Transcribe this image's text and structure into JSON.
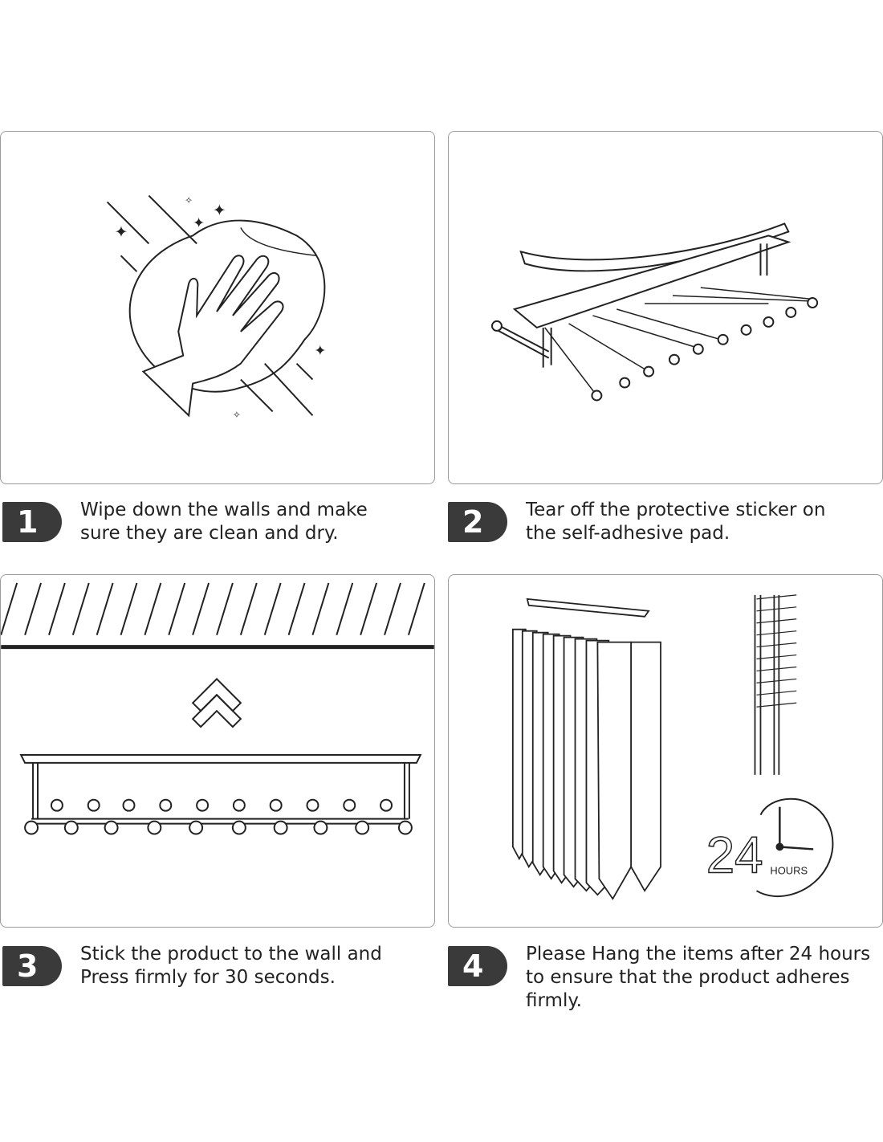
{
  "steps": [
    {
      "number": "1",
      "text_line1": "Wipe down the walls and make",
      "text_line2": "sure they are clean and dry.",
      "text_line3": ""
    },
    {
      "number": "2",
      "text_line1": "Tear off the protective sticker on",
      "text_line2": "the self-adhesive pad.",
      "text_line3": ""
    },
    {
      "number": "3",
      "text_line1": "Stick the product to the wall and",
      "text_line2": "Press firmly for 30 seconds.",
      "text_line3": ""
    },
    {
      "number": "4",
      "text_line1": "Please Hang the items after 24 hours",
      "text_line2": "to ensure that the product adheres",
      "text_line3": "firmly."
    }
  ],
  "clock": {
    "number": "24",
    "unit": "HOURS"
  },
  "colors": {
    "badge": "#3a3a3a",
    "border": "#9a9a9a",
    "line": "#222222"
  }
}
